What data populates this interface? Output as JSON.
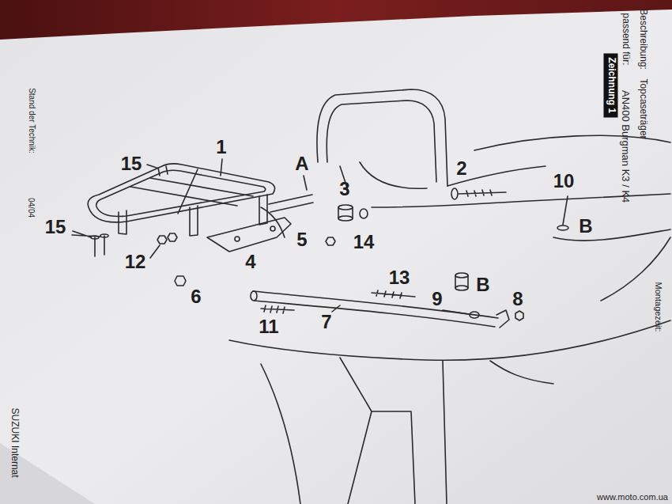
{
  "diagram": {
    "nodes": [
      {
        "text": [
          "Zeichnung 1"
        ]
      }
    ],
    "labels": [
      "Beschreibung:",
      "Topcaseträger",
      "passend für:",
      "AN400 Burgman K3 / K4",
      "Montagezeit:",
      "Stand der Technik:",
      "04/04",
      "SUZUKI Internat",
      "1",
      "15",
      "A",
      "2",
      "10",
      "3",
      "15",
      "12",
      "5",
      "14",
      "B",
      "4",
      "6",
      "13",
      "B",
      "9",
      "8",
      "11",
      "7",
      "www.moto.com.ua"
    ]
  }
}
